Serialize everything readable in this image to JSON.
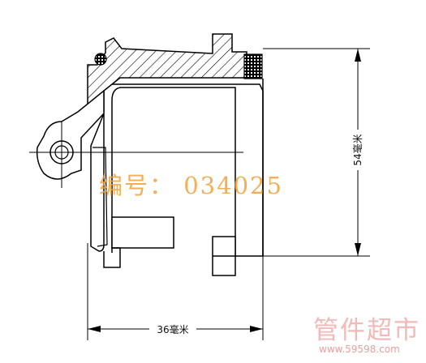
{
  "dimensions": {
    "width_label": "36毫米",
    "height_label": "54毫米"
  },
  "watermark": {
    "code": "编号： 034025",
    "brand": "管件超市",
    "url": "www.59598.com"
  },
  "colors": {
    "line": "#000000",
    "code_watermark": "#f1a23a",
    "brand_watermark": "#f3b8b8"
  }
}
